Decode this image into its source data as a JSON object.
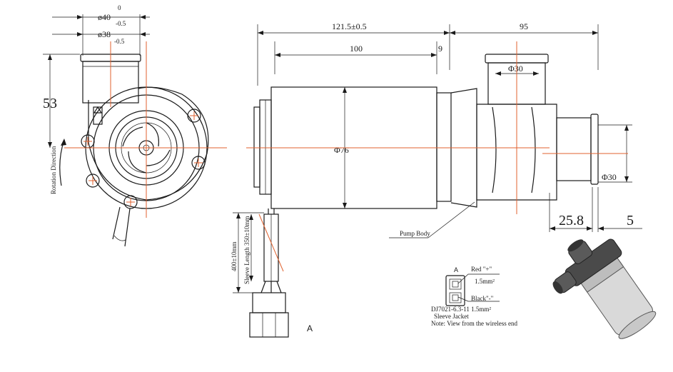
{
  "labels": {
    "dia_top_value": "ø40",
    "dia_top_tol_upper": "0",
    "dia_top_tol_lower": "-0.5",
    "dia_second_value": "ø38",
    "dia_second_tol": "-0.5",
    "height_53": "53",
    "rotation_direction": "Rotation Direction",
    "len_121": "121.5±0.5",
    "len_100": "100",
    "len_9": "9",
    "len_95": "95",
    "phi80": "Φ30",
    "phi76": "Φ76",
    "phi30_right": "Φ30",
    "dim_25_8": "25.8",
    "dim_5": "5",
    "pump_body": "Pump Body",
    "cable_400": "400±10mm",
    "sleeve_length": "Sleeve Length 350±10mm",
    "view_a": "A",
    "conn_a": "A",
    "red_plus": "Red \"+\"",
    "wire_15_top": "1.5mm²",
    "black_minus": "Black\"-\"",
    "dj_part": "DJ7021-6.3-11 1.5mm²",
    "sleeve_jacket": "Sleeve Jacket",
    "note": "Note: View from the wireless end"
  },
  "colors": {
    "line": "#1a1a1a",
    "centerline": "#e0622f",
    "background": "#ffffff"
  },
  "icons": {
    "rotation_arrow": "curved-arrow-icon",
    "impeller": "impeller-icon",
    "screw": "screw-cross-icon"
  }
}
